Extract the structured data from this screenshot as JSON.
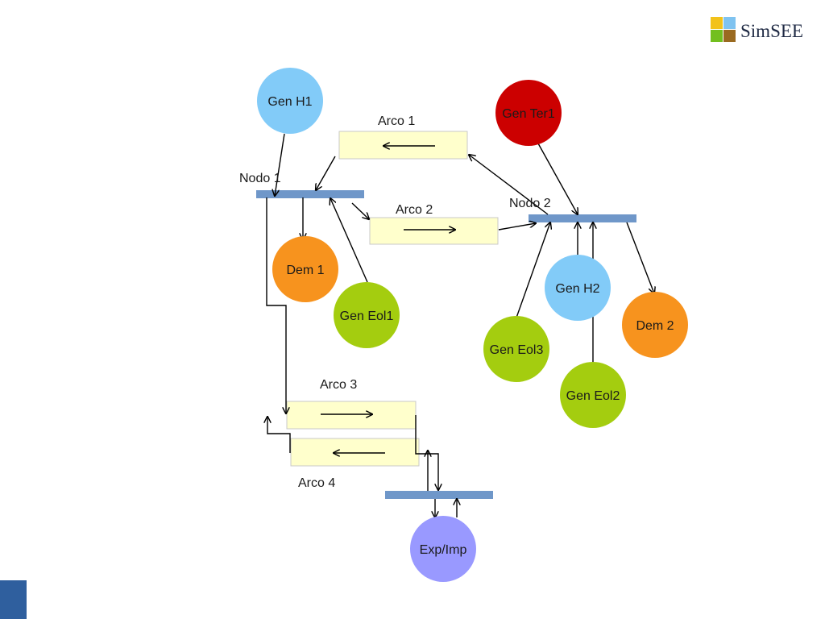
{
  "brand": {
    "name": "SimSEE",
    "logo_colors": [
      "#f2c21a",
      "#7fc3f0",
      "#72bf1f",
      "#9a6a20"
    ]
  },
  "colors": {
    "busbar": "#6f97c9",
    "arc_fill": "#ffffcc",
    "hydro": "#82cbf8",
    "thermal": "#cc0000",
    "demand": "#f7931e",
    "wind": "#a4cd0f",
    "exchange": "#9999ff",
    "corner_block": "#2f5f9e"
  },
  "nodes": {
    "nodo1": "Nodo 1",
    "nodo2": "Nodo 2"
  },
  "arcs": {
    "arco1": "Arco 1",
    "arco2": "Arco 2",
    "arco3": "Arco 3",
    "arco4": "Arco 4"
  },
  "actors": {
    "gen_h1": "Gen H1",
    "gen_ter1": "Gen Ter1",
    "dem1": "Dem 1",
    "gen_eol1": "Gen Eol1",
    "gen_h2": "Gen H2",
    "dem2": "Dem 2",
    "gen_eol3": "Gen Eol3",
    "gen_eol2": "Gen Eol2",
    "exp_imp": "Exp/Imp"
  }
}
